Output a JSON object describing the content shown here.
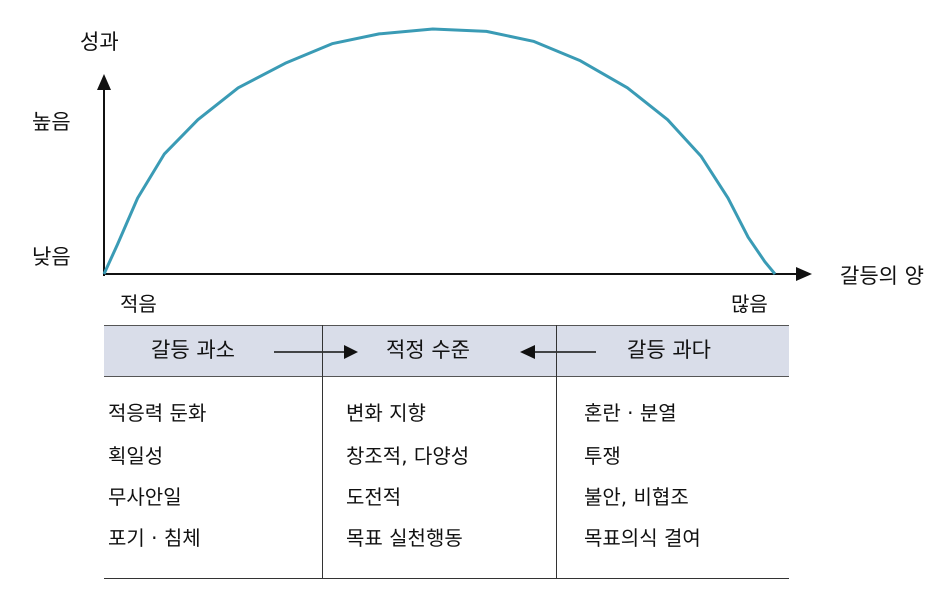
{
  "chart_data": {
    "type": "line",
    "y_axis_title": "성과",
    "y_tick_high": "높음",
    "y_tick_low": "낮음",
    "x_axis_title": "갈등의 양",
    "x_tick_low": "적음",
    "x_tick_high": "많음",
    "curve_color": "#3a9bb5",
    "x": [
      0,
      0.02,
      0.05,
      0.09,
      0.14,
      0.2,
      0.27,
      0.34,
      0.41,
      0.49,
      0.57,
      0.64,
      0.71,
      0.78,
      0.84,
      0.89,
      0.93,
      0.96,
      0.985,
      1.0
    ],
    "y": [
      0,
      0.12,
      0.31,
      0.49,
      0.63,
      0.76,
      0.86,
      0.94,
      0.98,
      1.0,
      0.99,
      0.95,
      0.87,
      0.76,
      0.63,
      0.48,
      0.31,
      0.15,
      0.05,
      0
    ]
  },
  "table": {
    "headers": [
      "갈등 과소",
      "적정 수준",
      "갈등 과다"
    ],
    "columns": [
      [
        "적응력 둔화",
        "획일성",
        "무사안일",
        "포기 · 침체"
      ],
      [
        "변화 지향",
        "창조적, 다양성",
        "도전적",
        "목표 실천행동"
      ],
      [
        "혼란 · 분열",
        "투쟁",
        "불안, 비협조",
        "목표의식 결여"
      ]
    ],
    "header_bg": "#d9dde9"
  }
}
